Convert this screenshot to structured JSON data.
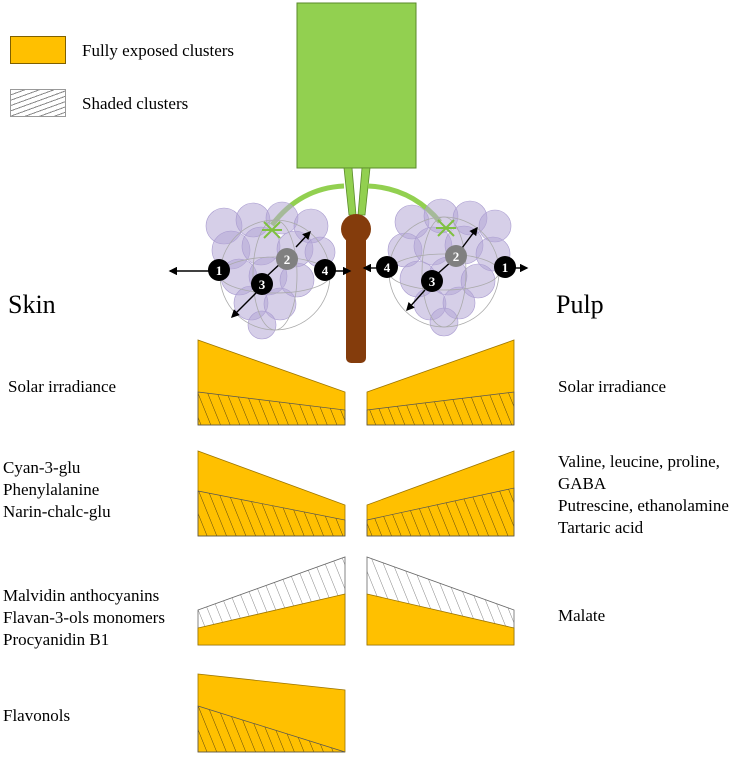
{
  "colors": {
    "exposed": "#ffc000",
    "canopy": "#92d050",
    "trunk": "#843c0c",
    "berry": "#b4a7d6",
    "marker_dark": "#000000",
    "marker_grey": "#808080"
  },
  "legend": {
    "exposed_label": "Fully exposed clusters",
    "shaded_label": "Shaded clusters"
  },
  "headers": {
    "left": "Skin",
    "right": "Pulp"
  },
  "markers": {
    "m1": "1",
    "m2": "2",
    "m3": "3",
    "m4": "4"
  },
  "rows": [
    {
      "left_lines": [
        "Solar irradiance"
      ],
      "right_lines": [
        "Solar irradiance"
      ]
    },
    {
      "left_lines": [
        "Cyan-3-glu",
        "Phenylalanine",
        "Narin-chalc-glu"
      ],
      "right_lines": [
        "Valine, leucine, proline,",
        "GABA",
        "Putrescine, ethanolamine",
        "Tartaric acid"
      ]
    },
    {
      "left_lines": [
        "Malvidin anthocyanins",
        "Flavan-3-ols monomers",
        "Procyanidin B1"
      ],
      "right_lines": [
        "Malate"
      ]
    },
    {
      "left_lines": [
        "Flavonols"
      ],
      "right_lines": []
    }
  ]
}
